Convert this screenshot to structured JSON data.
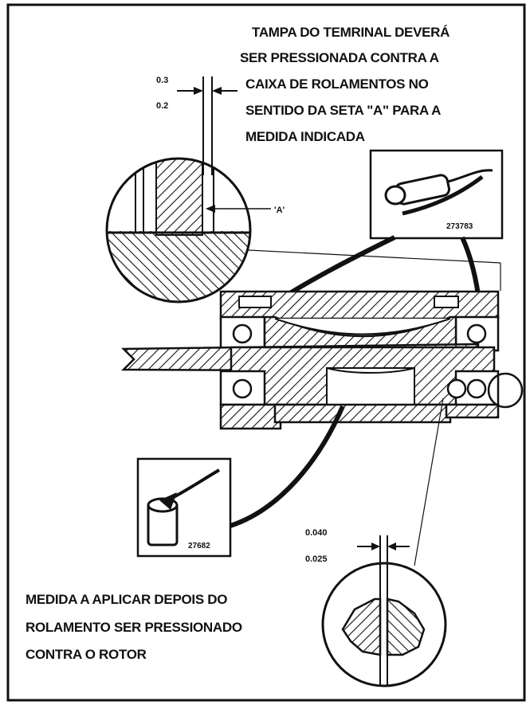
{
  "note_top": {
    "lines": [
      "TAMPA DO TEMRINAL DEVERÁ",
      "SER PRESSIONADA CONTRA A",
      "CAIXA DE ROLAMENTOS NO",
      "SENTIDO DA SETA \"A\" PARA A",
      "MEDIDA INDICADA"
    ]
  },
  "note_bottom": {
    "lines": [
      "MEDIDA A APLICAR DEPOIS DO",
      "ROLAMENTO SER PRESSIONADO",
      "CONTRA O ROTOR"
    ]
  },
  "dim_top": {
    "upper": "0.3",
    "lower": "0.2"
  },
  "dim_bottom": {
    "upper": "0.040",
    "lower": "0.025"
  },
  "arrow_label": "'A'",
  "tool_top_code": "273783",
  "tool_bottom_code": "27682"
}
